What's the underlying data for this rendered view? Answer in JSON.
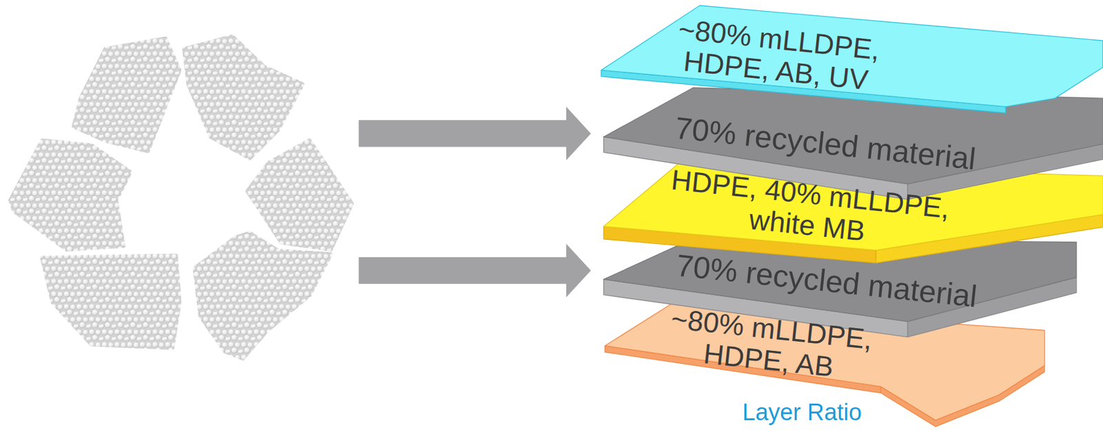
{
  "diagram": {
    "nodes": [
      {
        "text": [
          "~80% mLLDPE, HDPE, AB, UV"
        ]
      },
      {
        "text": [
          "70% recycled material"
        ]
      },
      {
        "text": [
          "HDPE, 40% mLLDPE, white MB"
        ]
      },
      {
        "text": [
          "70% recycled material"
        ]
      },
      {
        "text": [
          "~80% mLLDPE, HDPE, AB"
        ]
      }
    ],
    "labels": [
      "Layer Ratio"
    ]
  }
}
